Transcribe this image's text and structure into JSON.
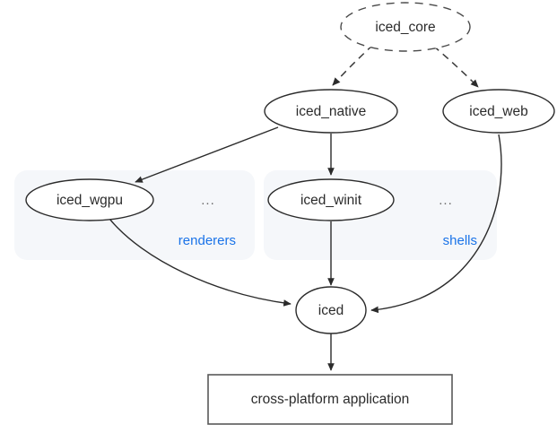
{
  "diagram": {
    "type": "dependency-graph",
    "background_color": "#ffffff",
    "node_text_color": "#2b2b2b",
    "cluster_bg_color": "#f5f7fa",
    "cluster_label_color": "#1a73e8",
    "edge_color": "#2b2b2b"
  },
  "nodes": {
    "iced_core": {
      "label": "iced_core",
      "shape": "ellipse",
      "style": "dashed"
    },
    "iced_native": {
      "label": "iced_native",
      "shape": "ellipse",
      "style": "solid"
    },
    "iced_web": {
      "label": "iced_web",
      "shape": "ellipse",
      "style": "solid"
    },
    "iced_wgpu": {
      "label": "iced_wgpu",
      "shape": "ellipse",
      "style": "solid"
    },
    "iced_winit": {
      "label": "iced_winit",
      "shape": "ellipse",
      "style": "solid"
    },
    "iced": {
      "label": "iced",
      "shape": "ellipse",
      "style": "solid"
    },
    "application": {
      "label": "cross-platform application",
      "shape": "box",
      "style": "solid"
    }
  },
  "clusters": {
    "renderers": {
      "label": "renderers",
      "ellipsis": "..."
    },
    "shells": {
      "label": "shells",
      "ellipsis": "..."
    }
  },
  "edges": [
    {
      "from": "iced_core",
      "to": "iced_native",
      "style": "dashed"
    },
    {
      "from": "iced_core",
      "to": "iced_web",
      "style": "dashed"
    },
    {
      "from": "iced_native",
      "to": "iced_wgpu",
      "style": "solid"
    },
    {
      "from": "iced_native",
      "to": "iced_winit",
      "style": "solid"
    },
    {
      "from": "iced_wgpu",
      "to": "iced",
      "style": "solid"
    },
    {
      "from": "iced_winit",
      "to": "iced",
      "style": "solid"
    },
    {
      "from": "iced_web",
      "to": "iced",
      "style": "solid"
    },
    {
      "from": "iced",
      "to": "application",
      "style": "solid"
    }
  ]
}
